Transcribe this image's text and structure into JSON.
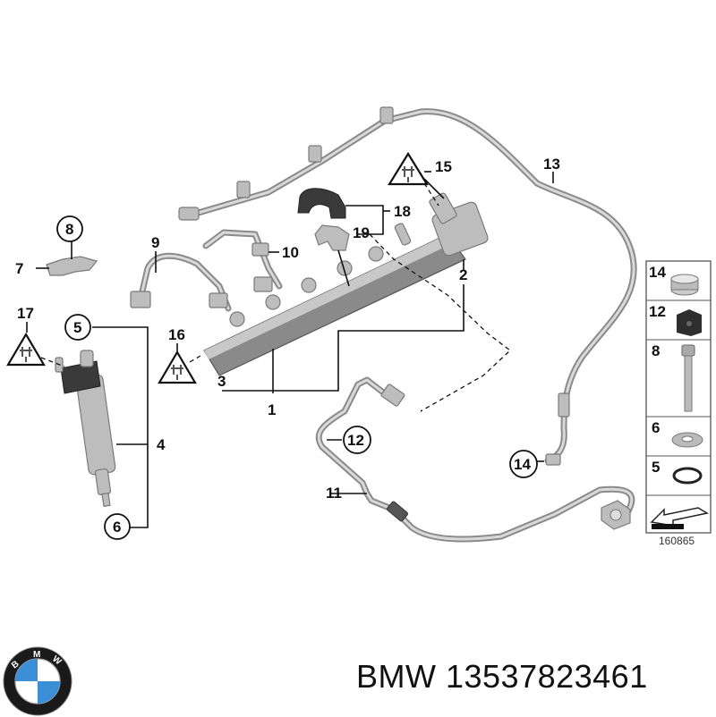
{
  "diagram": {
    "title": "Fuel injection high-pressure rail parts diagram",
    "callouts": [
      {
        "id": "1",
        "label": "1",
        "style": "plain"
      },
      {
        "id": "2",
        "label": "2",
        "style": "plain"
      },
      {
        "id": "3",
        "label": "3",
        "style": "plain"
      },
      {
        "id": "4",
        "label": "4",
        "style": "plain"
      },
      {
        "id": "5",
        "label": "5",
        "style": "circled"
      },
      {
        "id": "6",
        "label": "6",
        "style": "circled"
      },
      {
        "id": "7",
        "label": "7",
        "style": "plain"
      },
      {
        "id": "8",
        "label": "8",
        "style": "circled"
      },
      {
        "id": "9",
        "label": "9",
        "style": "plain"
      },
      {
        "id": "10",
        "label": "10",
        "style": "plain"
      },
      {
        "id": "11",
        "label": "11",
        "style": "plain"
      },
      {
        "id": "12",
        "label": "12",
        "style": "circled"
      },
      {
        "id": "13",
        "label": "13",
        "style": "plain"
      },
      {
        "id": "14",
        "label": "14",
        "style": "circled"
      },
      {
        "id": "15",
        "label": "15",
        "style": "warning"
      },
      {
        "id": "16",
        "label": "16",
        "style": "warning"
      },
      {
        "id": "17",
        "label": "17",
        "style": "warning"
      },
      {
        "id": "18",
        "label": "18",
        "style": "plain"
      },
      {
        "id": "19",
        "label": "19",
        "style": "plain"
      }
    ],
    "legend": [
      {
        "label": "14",
        "part": "hose-clamp"
      },
      {
        "label": "12",
        "part": "rubber-grommet"
      },
      {
        "label": "8",
        "part": "bolt"
      },
      {
        "label": "6",
        "part": "washer"
      },
      {
        "label": "5",
        "part": "o-ring"
      },
      {
        "label": "",
        "part": "direction-arrow"
      }
    ],
    "diagram_code": "160865"
  },
  "footer": {
    "brand": "BMW",
    "part_number": "13537823461",
    "title": "BMW 13537823461",
    "logo_letters": [
      "B",
      "M",
      "W"
    ]
  },
  "colors": {
    "bmw_blue": "#3a8fd6",
    "ring": "#1a1a1a"
  }
}
